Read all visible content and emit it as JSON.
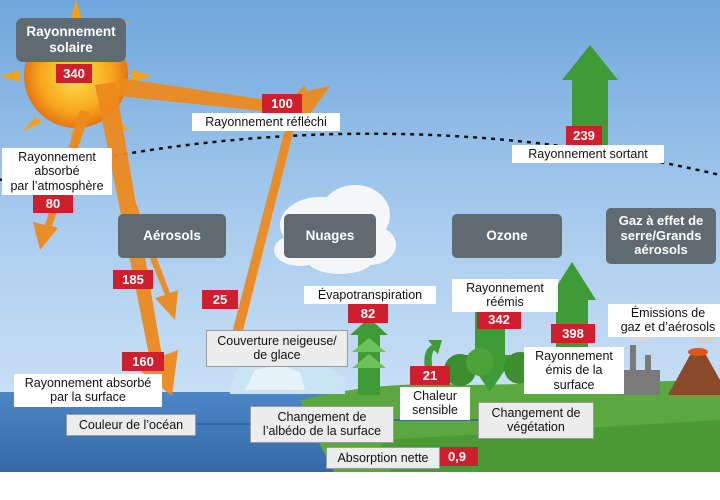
{
  "labels": {
    "solar": "Rayonnement\nsolaire",
    "reflected": "Rayonnement réfléchi",
    "absorbed_atm": "Rayonnement\nabsorbé\npar l’atmosphère",
    "outgoing": "Rayonnement sortant",
    "aerosols": "Aérosols",
    "clouds": "Nuages",
    "ozone": "Ozone",
    "ghg": "Gaz à effet de\nserre/Grands\naérosols",
    "evapo": "Évapotranspiration",
    "reemitted": "Rayonnement\nréémis",
    "emissions": "Émissions de\ngaz et d’aérosols",
    "snow_cover": "Couverture neigeuse/\nde glace",
    "surface_emitted": "Rayonnement\némis de la\nsurface",
    "absorbed_surface": "Rayonnement absorbé\npar la surface",
    "sensible": "Chaleur\nsensible",
    "ocean_color": "Couleur de l’océan",
    "albedo": "Changement de\nl’albédo de la surface",
    "vegetation": "Changement de\nvégétation",
    "net_absorption": "Absorption nette"
  },
  "values": {
    "solar": "340",
    "reflected": "100",
    "outgoing": "239",
    "absorbed_atm": "80",
    "scattered": "185",
    "reflected_surface": "25",
    "evapo": "82",
    "reemitted": "342",
    "surface_emitted": "398",
    "absorbed_surface": "160",
    "sensible": "21",
    "net_absorption": "0,9"
  },
  "colors": {
    "solar_arrow": "#ec8a1e",
    "longwave_arrow": "#3f9b35",
    "value_box": "#cf1f2e",
    "dark_box": "#5f6a73"
  }
}
